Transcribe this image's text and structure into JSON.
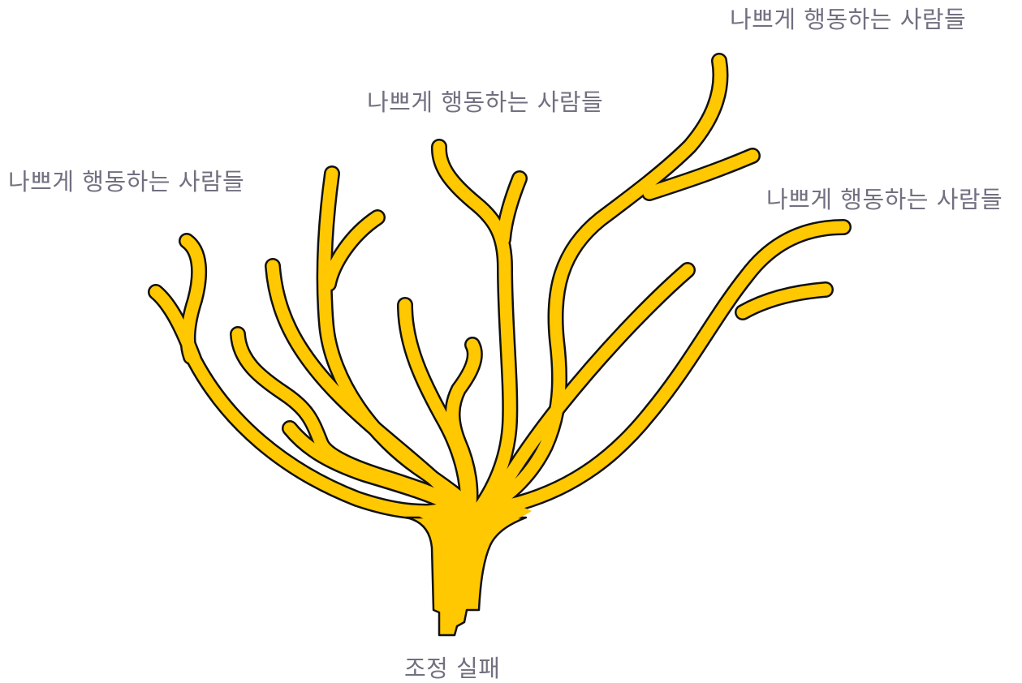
{
  "diagram": {
    "root_label": "조정 실패",
    "branch_labels": [
      "나쁘게 행동하는 사람들",
      "나쁘게 행동하는 사람들",
      "나쁘게 행동하는 사람들",
      "나쁘게 행동하는 사람들"
    ]
  },
  "colors": {
    "branch_fill": "#FFC800",
    "branch_outline": "#111111",
    "label_text": "#707080",
    "background": "#FFFFFF"
  }
}
